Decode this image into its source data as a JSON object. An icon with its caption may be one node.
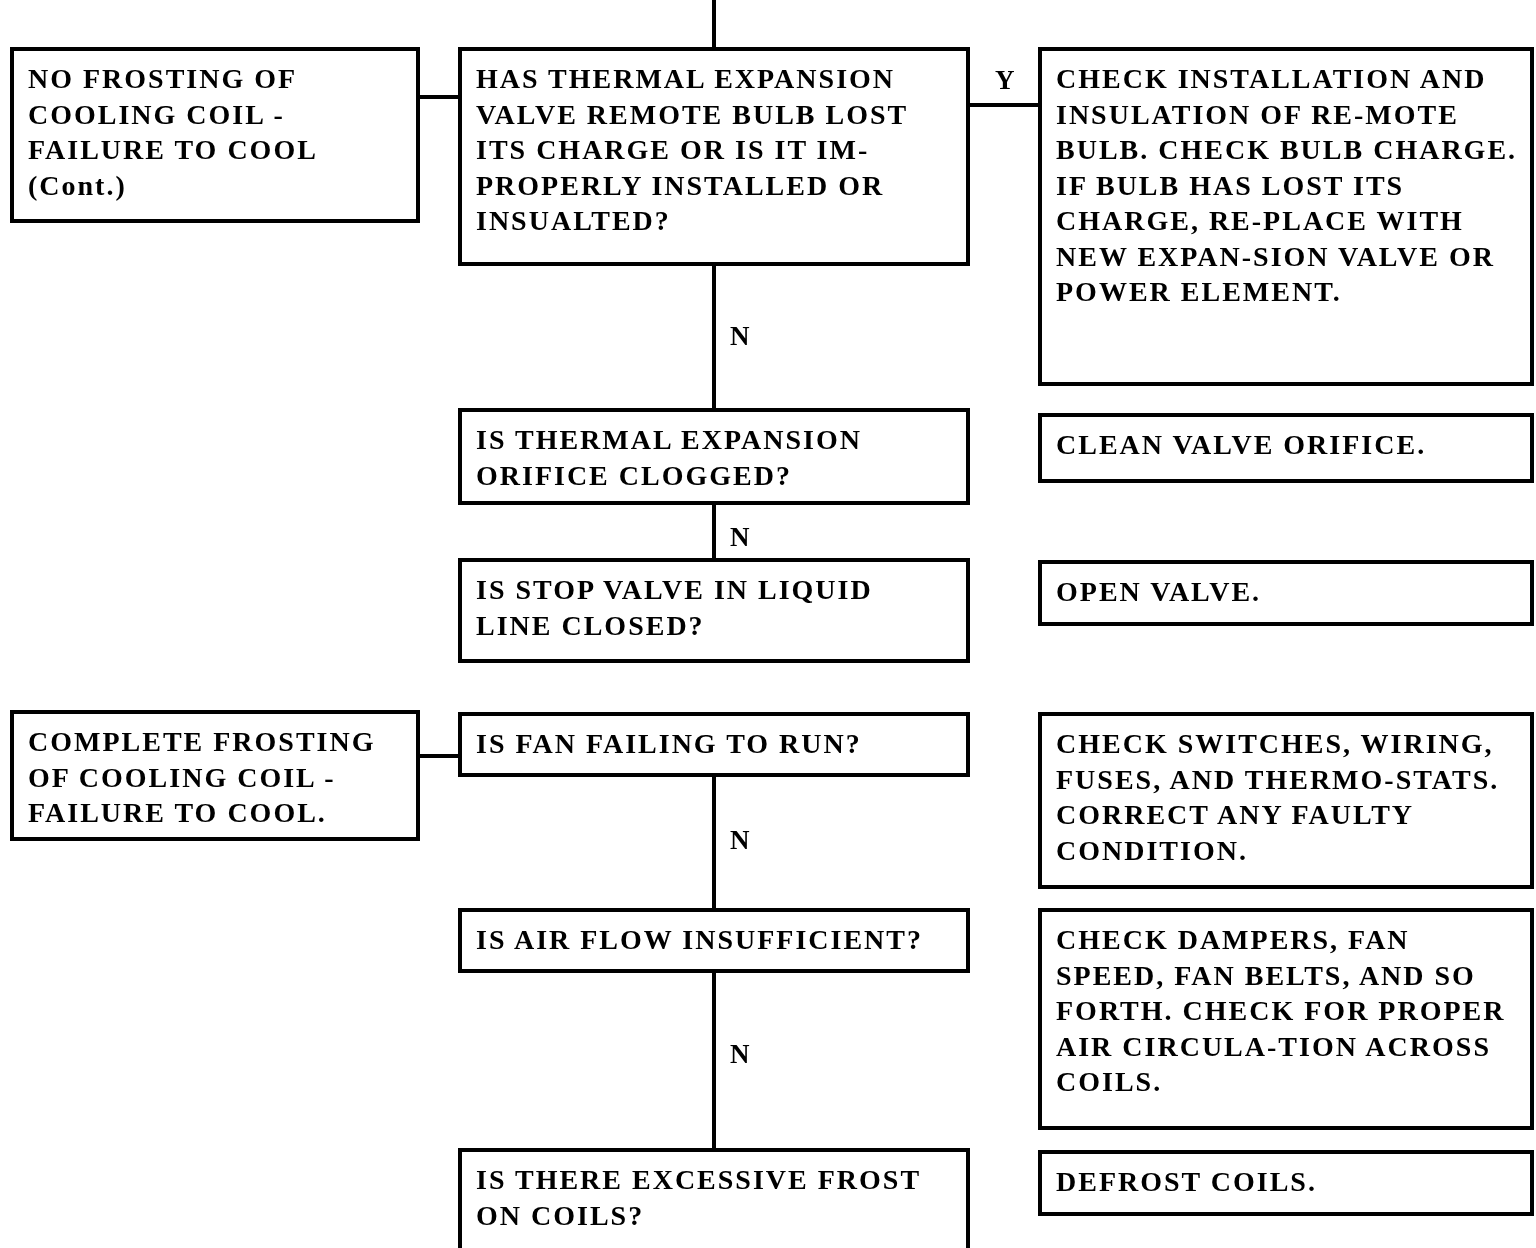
{
  "diagram": {
    "nodes": [
      {
        "text": [
          "NO FROSTING OF COOLING COIL - FAILURE TO COOL (Cont.)"
        ]
      },
      {
        "text": [
          "HAS THERMAL EXPANSION VALVE REMOTE BULB LOST ITS CHARGE OR IS IT IM-PROPERLY INSTALLED OR INSUALTED?"
        ]
      },
      {
        "text": [
          "CHECK INSTALLATION AND INSULATION OF RE-MOTE BULB. CHECK BULB CHARGE. IF BULB HAS LOST ITS CHARGE, RE-PLACE WITH NEW EXPAN-SION VALVE OR POWER ELEMENT."
        ]
      },
      {
        "text": [
          "IS THERMAL EXPANSION ORIFICE CLOGGED?"
        ]
      },
      {
        "text": [
          "CLEAN VALVE ORIFICE."
        ]
      },
      {
        "text": [
          "IS STOP VALVE IN LIQUID LINE CLOSED?"
        ]
      },
      {
        "text": [
          "OPEN VALVE."
        ]
      },
      {
        "text": [
          "COMPLETE FROSTING OF COOLING COIL - FAILURE TO COOL."
        ]
      },
      {
        "text": [
          "IS FAN FAILING TO RUN?"
        ]
      },
      {
        "text": [
          "CHECK SWITCHES, WIRING, FUSES, AND THERMO-STATS. CORRECT ANY FAULTY CONDITION."
        ]
      },
      {
        "text": [
          "IS AIR FLOW INSUFFICIENT?"
        ]
      },
      {
        "text": [
          "CHECK DAMPERS, FAN SPEED, FAN BELTS, AND SO FORTH. CHECK FOR PROPER AIR CIRCULA-TION ACROSS COILS."
        ]
      },
      {
        "text": [
          "IS THERE EXCESSIVE FROST ON COILS?"
        ]
      },
      {
        "text": [
          "DEFROST COILS."
        ]
      }
    ],
    "edges": [
      {
        "from": null,
        "to": 1,
        "arrow": "none"
      },
      {
        "from": 0,
        "to": 1,
        "arrow": "none"
      },
      {
        "from": 1,
        "to": 2,
        "arrow": "none",
        "label": "Y"
      },
      {
        "from": 1,
        "to": 3,
        "arrow": "none",
        "label": "N"
      },
      {
        "from": 3,
        "to": 5,
        "arrow": "none",
        "label": "N"
      },
      {
        "from": 7,
        "to": 8,
        "arrow": "none"
      },
      {
        "from": 8,
        "to": 10,
        "arrow": "none",
        "label": "N"
      },
      {
        "from": 10,
        "to": 12,
        "arrow": "none",
        "label": "N"
      }
    ]
  }
}
